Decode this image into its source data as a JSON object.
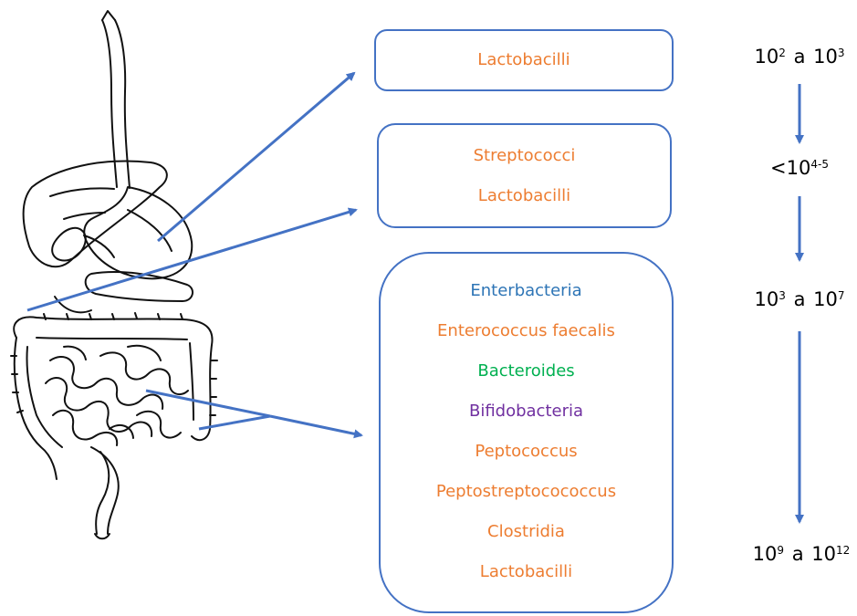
{
  "colors": {
    "line": "#4472c4",
    "orange": "#ed7d31",
    "blue": "#2e75b6",
    "green": "#00b050",
    "purple": "#7030a0"
  },
  "boxes": {
    "stomach_upper": {
      "items": [
        {
          "text": "Lactobacilli",
          "color": "#ed7d31"
        }
      ]
    },
    "stomach_lower": {
      "items": [
        {
          "text": "Streptococci",
          "color": "#ed7d31"
        },
        {
          "text": "Lactobacilli",
          "color": "#ed7d31"
        }
      ]
    },
    "intestine": {
      "items": [
        {
          "text": "Enterbacteria",
          "color": "#2e75b6"
        },
        {
          "text": "Enterococcus faecalis",
          "color": "#ed7d31"
        },
        {
          "text": "Bacteroides",
          "color": "#00b050"
        },
        {
          "text": "Bifidobacteria",
          "color": "#7030a0"
        },
        {
          "text": "Peptococcus",
          "color": "#ed7d31"
        },
        {
          "text": "Peptostreptocococcus",
          "color": "#ed7d31"
        },
        {
          "text": "Clostridia",
          "color": "#ed7d31"
        },
        {
          "text": "Lactobacilli",
          "color": "#ed7d31"
        }
      ]
    }
  },
  "counts": [
    {
      "base1": "10",
      "exp1": "2",
      "mid": "a",
      "base2": "10",
      "exp2": "3"
    },
    {
      "base1": "<10",
      "exp1": "4-5",
      "mid": "",
      "base2": "",
      "exp2": ""
    },
    {
      "base1": "10",
      "exp1": "3",
      "mid": "a",
      "base2": "10",
      "exp2": "7"
    },
    {
      "base1": "10",
      "exp1": "9",
      "mid": "a",
      "base2": "10",
      "exp2": "12"
    }
  ],
  "illustration": {
    "icon": "digestive-system-icon"
  }
}
